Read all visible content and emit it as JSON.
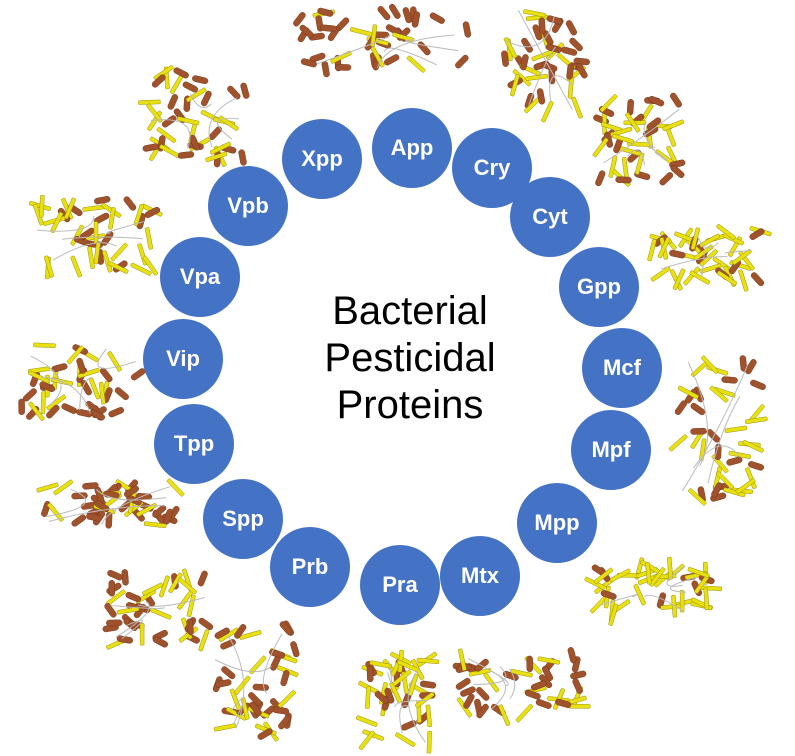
{
  "title_lines": [
    "Bacterial",
    "Pesticidal",
    "Proteins"
  ],
  "families": [
    "App",
    "Cry",
    "Cyt",
    "Gpp",
    "Mcf",
    "Mpf",
    "Mpp",
    "Mtx",
    "Pra",
    "Prb",
    "Spp",
    "Tpp",
    "Vip",
    "Vpa",
    "Vpb",
    "Xpp"
  ],
  "colors": {
    "node": "#4472C4",
    "helix": "#A0522D",
    "sheet": "#E8E010",
    "coil": "#BBBBBB"
  }
}
